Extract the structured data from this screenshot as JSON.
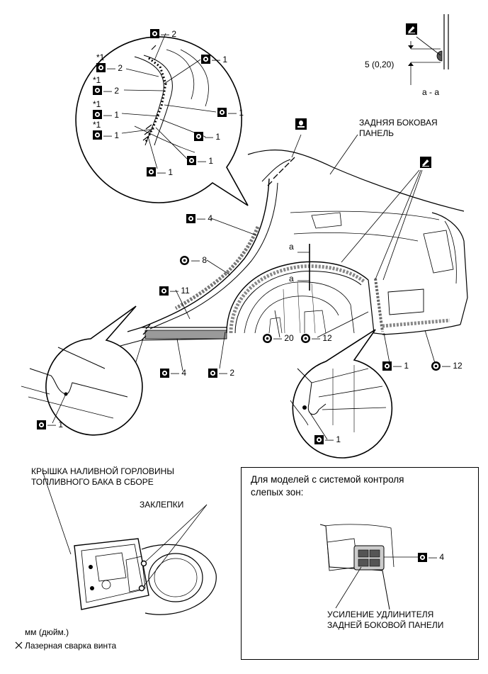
{
  "labels": {
    "rear_side_panel_l1": "ЗАДНЯЯ БОКОВАЯ",
    "rear_side_panel_l2": "ПАНЕЛЬ",
    "section_dim": "5 (0,20)",
    "section_name": "a - a",
    "section_marker_a1": "a",
    "section_marker_a2": "a",
    "fuel_lid_l1": "КРЫШКА НАЛИВНОЙ ГОРЛОВИНЫ",
    "fuel_lid_l2": "ТОПЛИВНОГО БАКА В СБОРЕ",
    "rivets": "ЗАКЛЕПКИ",
    "units": "мм (дюйм.)",
    "laser_legend": "Лазерная сварка винта",
    "legend_cross": "×",
    "inset_title_l1": "Для моделей с системой контроля",
    "inset_title_l2": "слепых зон:",
    "reinforcement_l1": "УСИЛЕНИЕ УДЛИНИТЕЛЯ",
    "reinforcement_l2": "ЗАДНЕЙ БОКОВОЙ ПАНЕЛИ"
  },
  "callouts": {
    "c1": "— 2",
    "c2": "— 1",
    "c3": "— 2",
    "c4": "— 2",
    "c5": "— 1",
    "c6": "— 1",
    "c7": "— 1",
    "c8": "— 1",
    "c9": "— 1",
    "c10": "— 1",
    "c11": "— 4",
    "c12": "— 8",
    "c13": "— 11",
    "c14": "— 20",
    "c15": "— 12",
    "c16": "— 4",
    "c17": "— 2",
    "c18": "— 1",
    "c19": "— 12",
    "c20": "— 1",
    "c21": "— 1",
    "c22": "— 4"
  },
  "notes": {
    "n1": "*1",
    "n2": "*1",
    "n3": "*1",
    "n4": "*1"
  },
  "icons": [
    "spot-weld-square-icon",
    "spot-weld-circle-icon",
    "sealer-gun-icon",
    "brazing-torch-icon",
    "laser-weld-cross-icon"
  ]
}
